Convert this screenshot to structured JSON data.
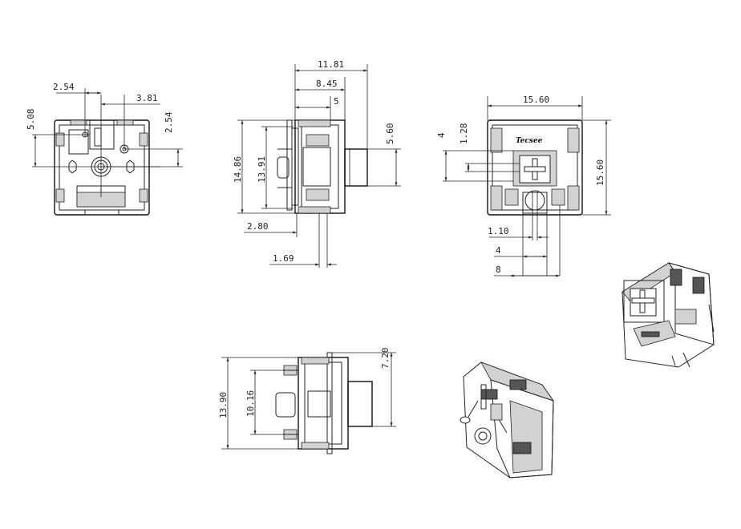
{
  "views": {
    "front": {
      "dims": {
        "pin_spacing_x": "2.54",
        "pin_offset_x": "3.81",
        "pin_offset_y_left": "5.08",
        "pin_offset_y_right": "2.54"
      }
    },
    "side": {
      "dims": {
        "total_depth": "11.81",
        "body_depth": "8.45",
        "plate_to_top": "5",
        "stem_height": "5.60",
        "height_overall": "14.86",
        "height_body": "13.91",
        "pin_length": "2.80",
        "bottom_offset": "1.69"
      }
    },
    "top": {
      "brand_logo": "Tecsee",
      "dims": {
        "width": "15.60",
        "height": "15.60",
        "offset_4": "4",
        "offset_128": "1.28",
        "led_1_10": "1.10",
        "led_4": "4",
        "led_8": "8"
      }
    },
    "back": {
      "dims": {
        "height": "13.90",
        "inner_height": "10.16",
        "stem_extent": "7.20"
      }
    }
  }
}
